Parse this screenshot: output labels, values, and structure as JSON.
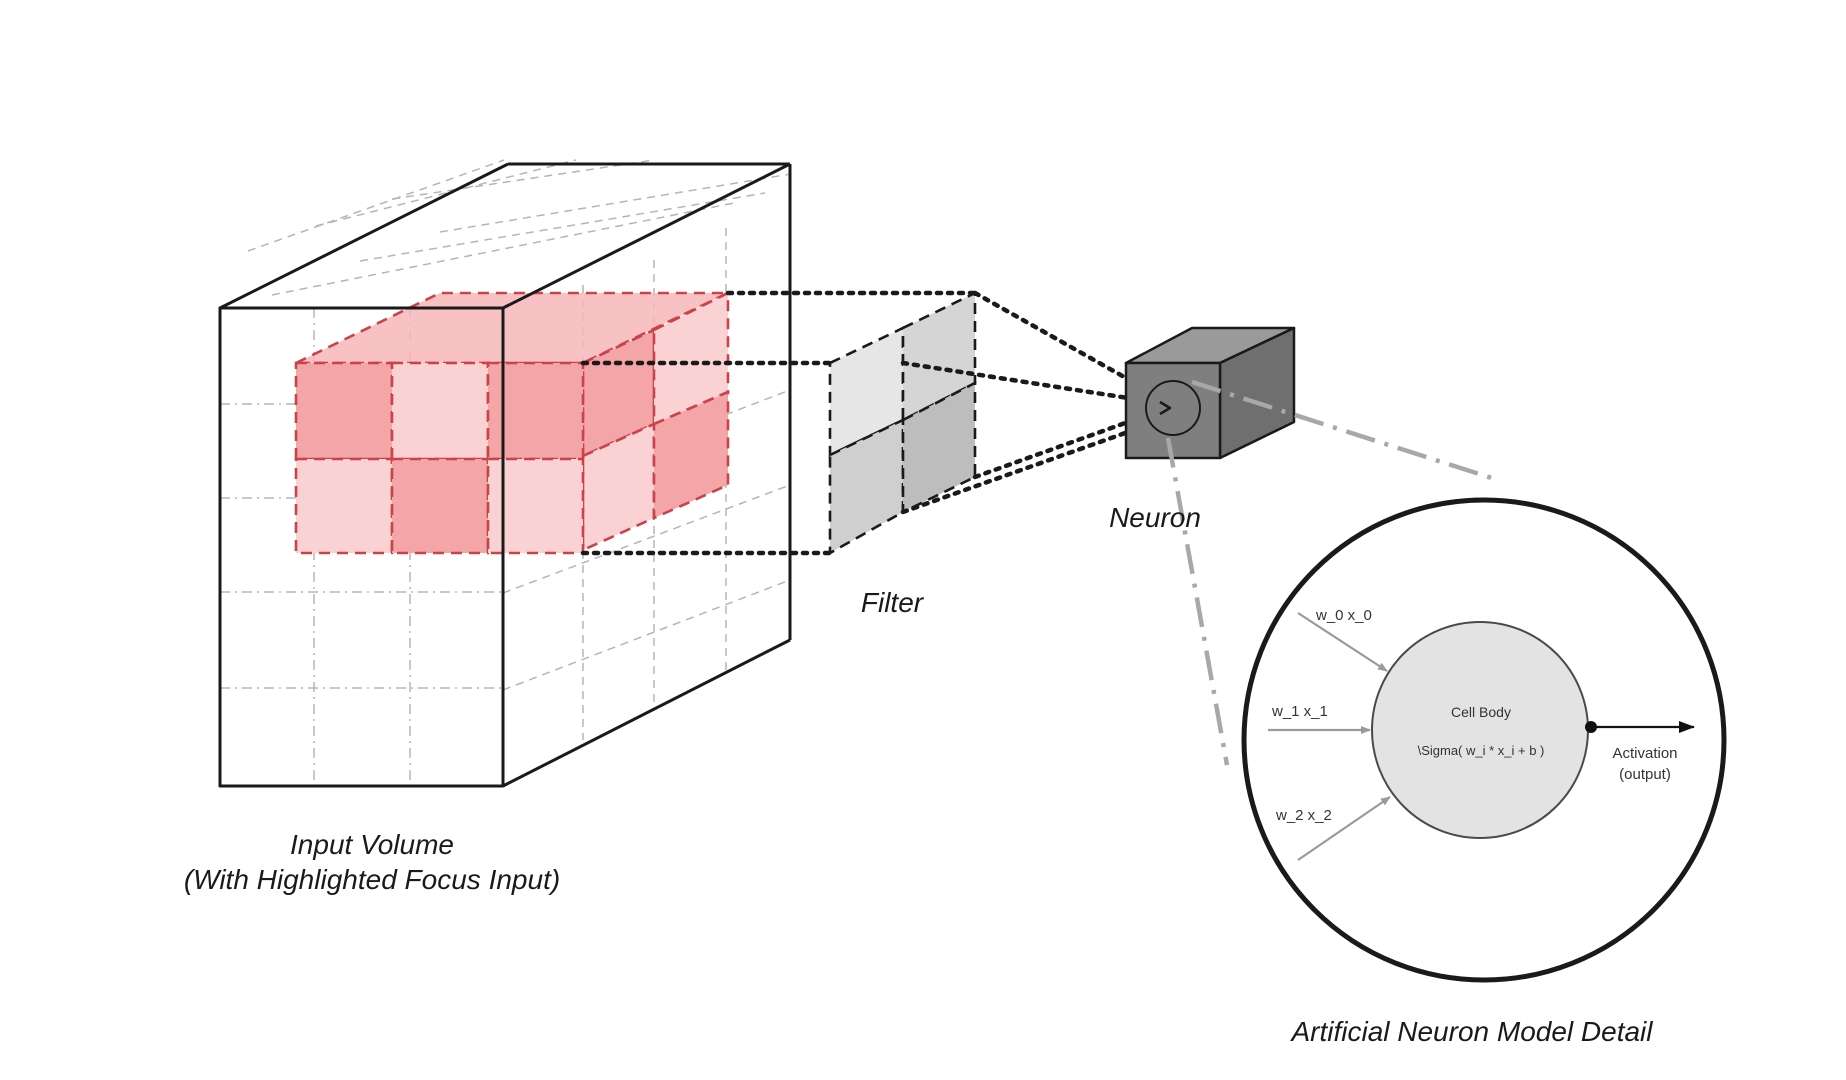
{
  "labels": {
    "input_volume_line1": "Input Volume",
    "input_volume_line2": "(With Highlighted Focus Input)",
    "filter": "Filter",
    "neuron": "Neuron",
    "detail_title": "Artificial Neuron Model Detail"
  },
  "neuron_detail": {
    "inputs": [
      "w_0 x_0",
      "w_1 x_1",
      "w_2 x_2"
    ],
    "cell_body_title": "Cell Body",
    "cell_body_formula": "\\Sigma( w_i * x_i + b )",
    "output_line1": "Activation",
    "output_line2": "(output)"
  },
  "colors": {
    "highlight_dark": "#f4a5a8",
    "highlight_light": "#fbd2d3",
    "highlight_stroke": "#c8434a",
    "filter_light": "#e6e6e6",
    "filter_dark": "#bdbdbd",
    "neuron_front": "#7f7f7f",
    "neuron_top": "#9a9a9a",
    "neuron_side": "#6f6f6f",
    "cell_body": "#e3e3e3",
    "zoom_line": "#a8a8a8"
  }
}
